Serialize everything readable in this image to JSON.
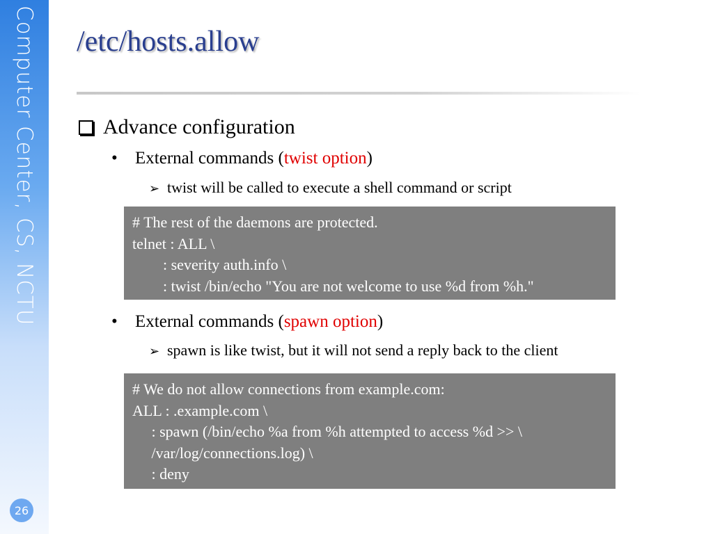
{
  "sidebar": {
    "label": "Computer Center, CS, NCTU",
    "page_number": "26"
  },
  "slide": {
    "title": "/etc/hosts.allow",
    "heading": "Advance configuration",
    "bullets": [
      {
        "prefix": "External commands (",
        "highlight": "twist option",
        "suffix": ")",
        "sub": "twist will be called to execute a shell command or script",
        "code": [
          "# The rest of the daemons are protected.",
          "telnet : ALL \\",
          "        : severity auth.info \\",
          "        : twist /bin/echo \"You are not welcome to use %d from %h.\""
        ]
      },
      {
        "prefix": "External commands (",
        "highlight": "spawn option",
        "suffix": ")",
        "sub": "spawn is like twist, but it will not send a reply back to the client",
        "code": [
          "# We do not allow connections from example.com:",
          "ALL : .example.com \\",
          "     : spawn (/bin/echo %a from %h attempted to access %d >> \\",
          "     /var/log/connections.log) \\",
          "     : deny"
        ]
      }
    ]
  },
  "colors": {
    "title": "#2a3f8f",
    "highlight": "#e00000",
    "code_bg": "#7f7f7f"
  }
}
